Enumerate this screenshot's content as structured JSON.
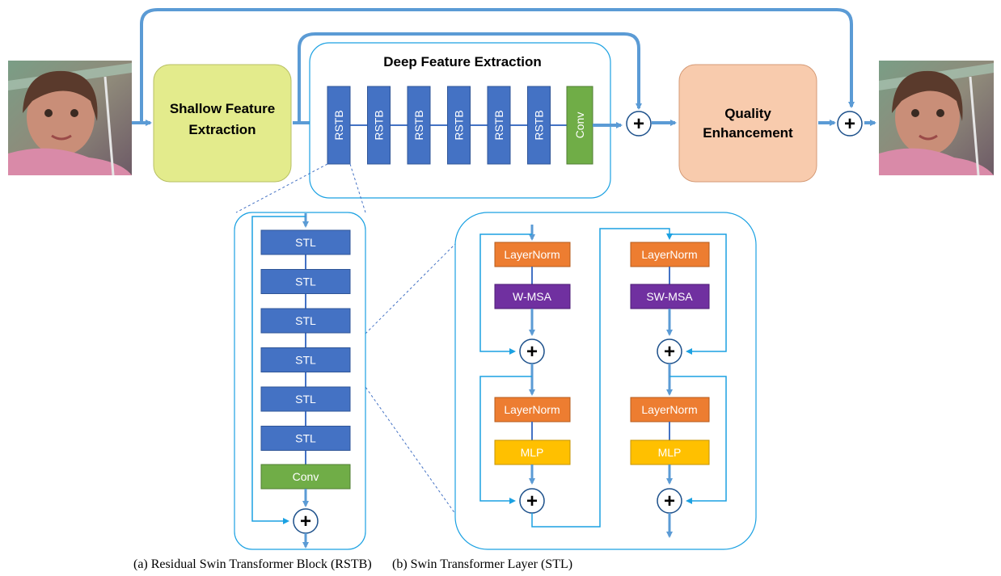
{
  "main": {
    "shallow_label_line1": "Shallow Feature",
    "shallow_label_line2": "Extraction",
    "deep_title": "Deep Feature Extraction",
    "rstb_blocks": [
      "RSTB",
      "RSTB",
      "RSTB",
      "RSTB",
      "RSTB",
      "RSTB"
    ],
    "conv_label": "Conv",
    "quality_label_line1": "Quality",
    "quality_label_line2": "Enhancement",
    "plus_symbol": "+"
  },
  "rstb_detail": {
    "stl_blocks": [
      "STL",
      "STL",
      "STL",
      "STL",
      "STL",
      "STL"
    ],
    "conv_label": "Conv",
    "caption": "(a) Residual Swin Transformer Block (RSTB)"
  },
  "stl_detail": {
    "left_column": {
      "norm1": "LayerNorm",
      "attention": "W-MSA",
      "norm2": "LayerNorm",
      "mlp": "MLP"
    },
    "right_column": {
      "norm1": "LayerNorm",
      "attention": "SW-MSA",
      "norm2": "LayerNorm",
      "mlp": "MLP"
    },
    "caption": "(b) Swin Transformer Layer (STL)"
  },
  "colors": {
    "thick_arrow": "#5b9bd5",
    "thin_line": "#1ba1e2",
    "rstb_fill": "#4472c4",
    "conv_fill": "#70ad47",
    "shallow_fill": "#e3eb8c",
    "quality_fill": "#f8cbad",
    "layernorm_fill": "#ed7d31",
    "msa_fill": "#7030a0",
    "mlp_fill": "#ffc000"
  },
  "icons": [
    "input-photo",
    "output-photo",
    "plus-circle-icon",
    "arrow-icon"
  ]
}
